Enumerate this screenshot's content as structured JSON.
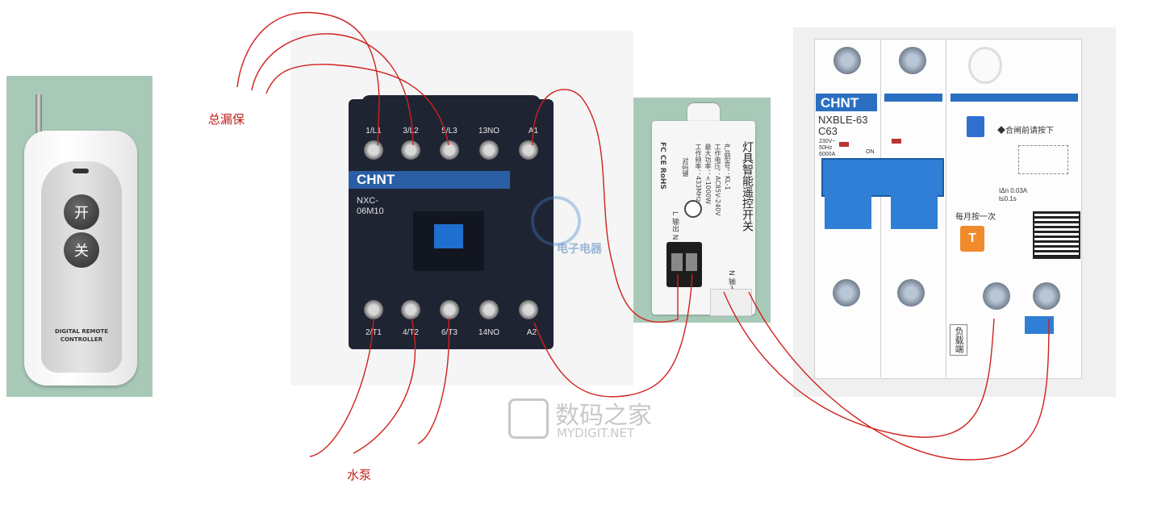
{
  "remote": {
    "btn_on": "开",
    "btn_off": "关",
    "label_line1": "DIGITAL REMOTE",
    "label_line2": "CONTROLLER"
  },
  "contactor": {
    "brand": "CHNT",
    "model_line1": "NXC-",
    "model_line2": "06M10",
    "top_terminals": [
      "1/L1",
      "3/L2",
      "5/L3",
      "13NO",
      "A1"
    ],
    "bottom_terminals": [
      "2/T1",
      "4/T2",
      "6/T3",
      "14NO",
      "A2"
    ],
    "overlay_text": "电子电器"
  },
  "switch_module": {
    "title": "灯具智能遥控开关",
    "spec_lines": [
      "产品型号：KL-1",
      "工作电压：AC85V-240V",
      "最大功率：<1000W",
      "工作频率：433MHz"
    ],
    "output_label": "L 输出 N",
    "input_label": "N 输入 L",
    "learn_label": "对码键",
    "cert": "FC CE RoHS"
  },
  "breaker": {
    "brand": "CHNT",
    "model": "NXBLE-63",
    "rating": "C63",
    "volt": "230V~",
    "freq": "50Hz",
    "cap": "6000A",
    "on": "ON",
    "note_top": "◆合闸前请按下",
    "test_label": "每月按一次",
    "test_btn": "T",
    "trip": "IΔn 0.03A",
    "trip_time": "t≤0.1s",
    "load_label": "负载端"
  },
  "annotations": {
    "main_rcd": "总漏保",
    "pump": "水泵"
  },
  "watermark": {
    "cn": "数码之家",
    "en": "MYDIGIT.NET"
  },
  "colors": {
    "wire": "#d0201c",
    "chnt_blue": "#2a5ea5",
    "panel_green": "#a9c9b8"
  }
}
